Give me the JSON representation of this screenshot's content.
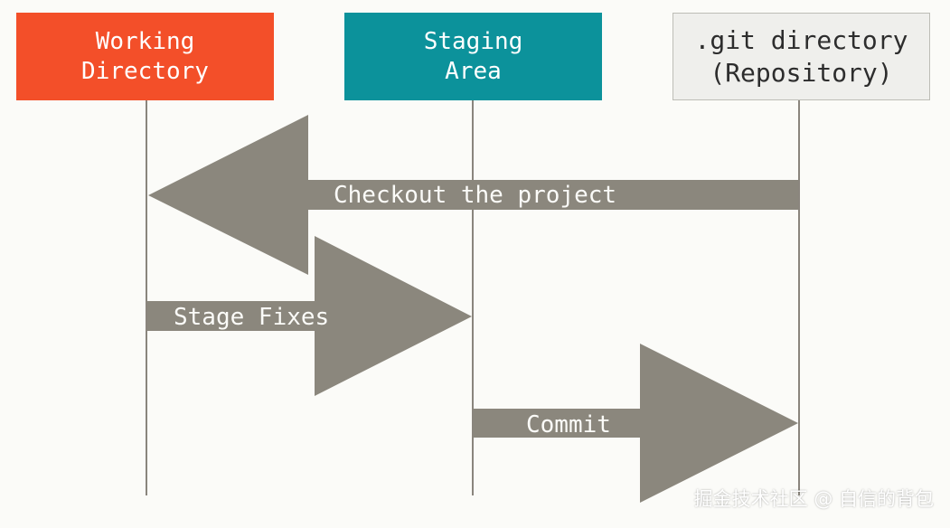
{
  "nodes": {
    "working_directory": {
      "label": "Working\nDirectory",
      "color": "#f34f29"
    },
    "staging_area": {
      "label": "Staging\nArea",
      "color": "#0c929b"
    },
    "repository": {
      "label": ".git directory\n(Repository)",
      "color": "#efefec"
    }
  },
  "arrows": {
    "checkout": {
      "label": "Checkout the project",
      "from": "repository",
      "to": "working_directory"
    },
    "stage": {
      "label": "Stage Fixes",
      "from": "working_directory",
      "to": "staging_area"
    },
    "commit": {
      "label": "Commit",
      "from": "staging_area",
      "to": "repository"
    },
    "color": "#8b877d"
  },
  "watermark": "掘金技术社区 @ 自信的背包"
}
